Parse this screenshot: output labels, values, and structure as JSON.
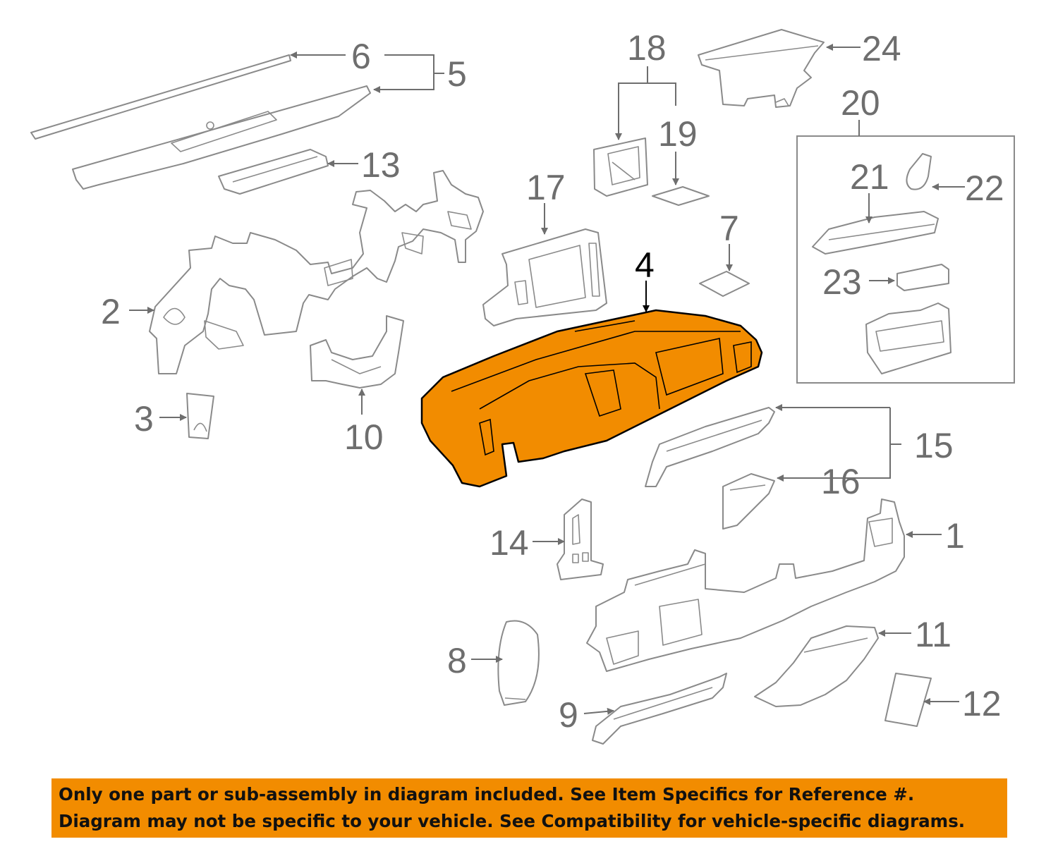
{
  "callouts": {
    "c1": "1",
    "c2": "2",
    "c3": "3",
    "c4": "4",
    "c5": "5",
    "c6": "6",
    "c7": "7",
    "c8": "8",
    "c9": "9",
    "c10": "10",
    "c11": "11",
    "c12": "12",
    "c13": "13",
    "c14": "14",
    "c15": "15",
    "c16": "16",
    "c17": "17",
    "c18": "18",
    "c19": "19",
    "c20": "20",
    "c21": "21",
    "c22": "22",
    "c23": "23",
    "c24": "24"
  },
  "notice": {
    "line1": "Only one part or sub-assembly in diagram included. See Item Specifics for Reference #.",
    "line2": "Diagram may not be specific to your vehicle. See Compatibility for vehicle-specific diagrams."
  },
  "colors": {
    "highlight": "#f28c00",
    "outline": "#8a8a8a",
    "callout": "#6e6e6e"
  }
}
